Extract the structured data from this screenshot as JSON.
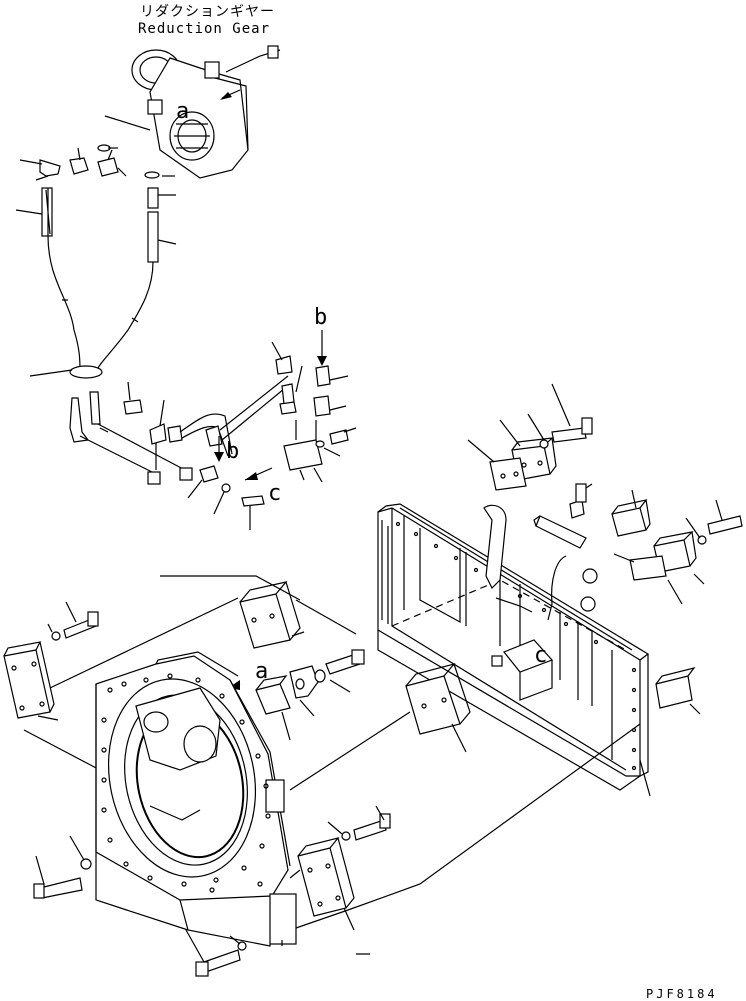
{
  "header": {
    "title_jp": "リダクションギヤー",
    "title_en": "Reduction Gear"
  },
  "callouts": {
    "a_gear": "a",
    "a_housing": "a",
    "b_top": "b",
    "b_lower": "b",
    "c_pipe": "c",
    "c_frame": "c"
  },
  "footer": {
    "drawing_code": "PJF8184"
  }
}
